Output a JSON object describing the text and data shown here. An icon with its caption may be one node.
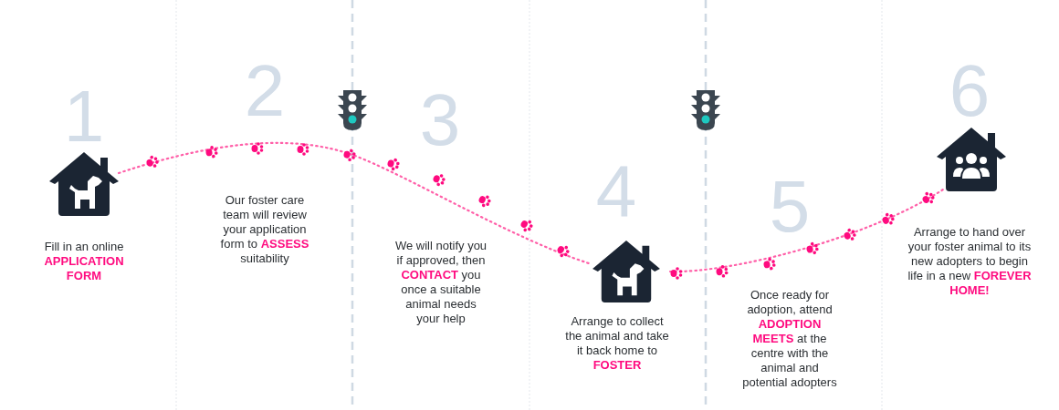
{
  "diagram": {
    "nodes": [
      {
        "text": [],
        "shape": "picture"
      },
      {
        "text": [],
        "shape": "picture"
      },
      {
        "text": [],
        "shape": "picture"
      }
    ],
    "edges": [
      {
        "from": 0,
        "to": 1,
        "arrow": "none",
        "style": "dashed"
      },
      {
        "from": 1,
        "to": 2,
        "arrow": "none",
        "style": "dashed"
      }
    ],
    "labels": [
      "1",
      "Fill in an online **APPLICATION FORM**",
      "2",
      "Our foster care team will review your application form to **ASSESS** suitability",
      "3",
      "We will notify you if approved, then **CONTACT** you once a suitable animal needs your help",
      "4",
      "Arrange to collect the animal and take it back home to **FOSTER**",
      "5",
      "Once ready for adoption, attend **ADOPTION MEETS** at the centre with the animal and potential adopters",
      "6",
      "Arrange to hand over your foster animal to its new adopters to begin life in a new **FOREVER HOME!**"
    ]
  }
}
